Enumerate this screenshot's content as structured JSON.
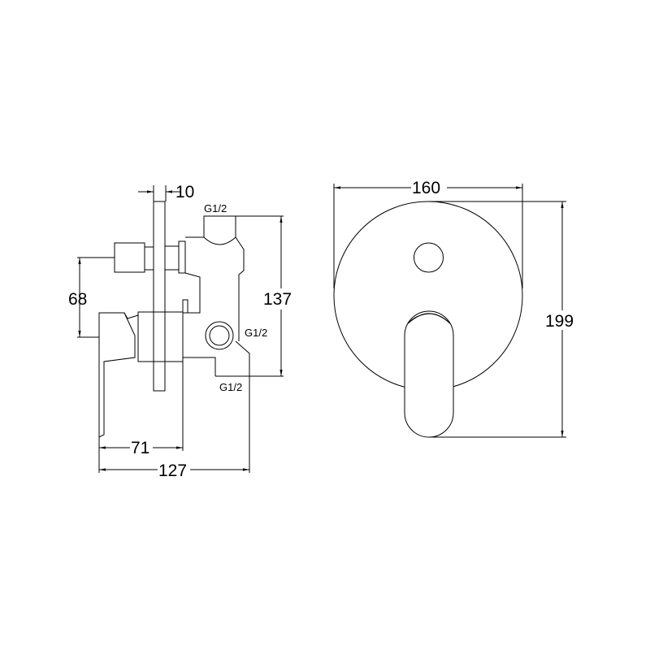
{
  "side_view": {
    "dimensions": {
      "plate_thickness": "10",
      "handle_height": "68",
      "inlet_spacing": "137",
      "depth_front": "71",
      "depth_total": "127"
    },
    "thread_labels": {
      "top": "G1/2",
      "middle": "G1/2",
      "bottom": "G1/2"
    }
  },
  "front_view": {
    "dimensions": {
      "plate_diameter": "160",
      "total_height": "199"
    }
  },
  "colors": {
    "line": "#000000",
    "background": "#ffffff"
  }
}
